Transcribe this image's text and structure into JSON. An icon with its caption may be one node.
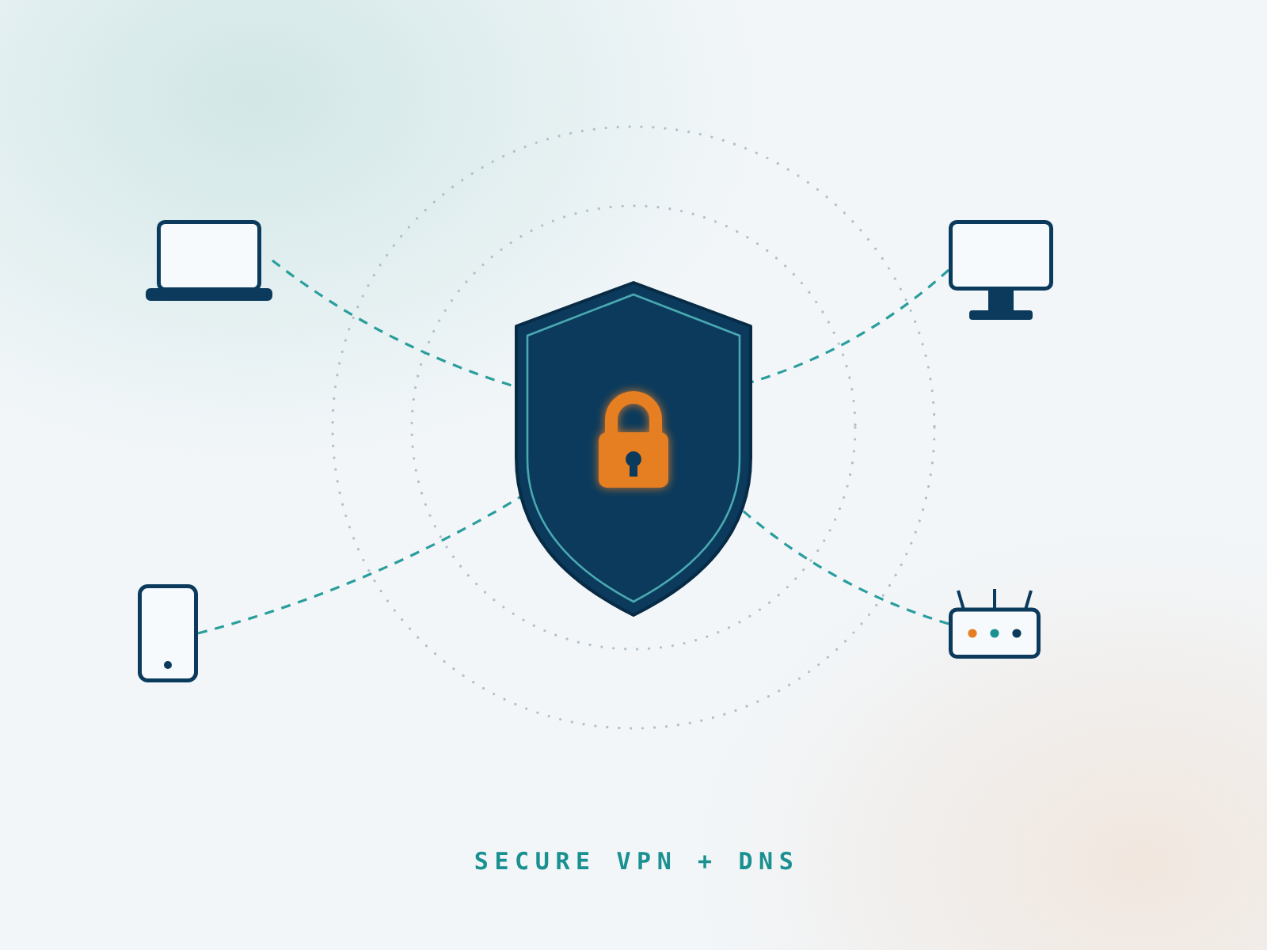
{
  "diagram": {
    "nodes": [
      {
        "text": [],
        "shape": "picture"
      },
      {
        "text": [],
        "shape": "picture"
      },
      {
        "text": [],
        "shape": "picture"
      },
      {
        "text": [],
        "shape": "picture"
      },
      {
        "text": [],
        "shape": "picture"
      }
    ],
    "edges": [
      {
        "from": 1,
        "to": 0,
        "arrow": "none",
        "style": "dashed"
      },
      {
        "from": 2,
        "to": 0,
        "arrow": "none",
        "style": "dashed"
      },
      {
        "from": 3,
        "to": 0,
        "arrow": "none",
        "style": "dashed"
      },
      {
        "from": 4,
        "to": 0,
        "arrow": "none",
        "style": "dashed"
      }
    ],
    "labels": [
      "SECURE VPN + DNS"
    ]
  }
}
